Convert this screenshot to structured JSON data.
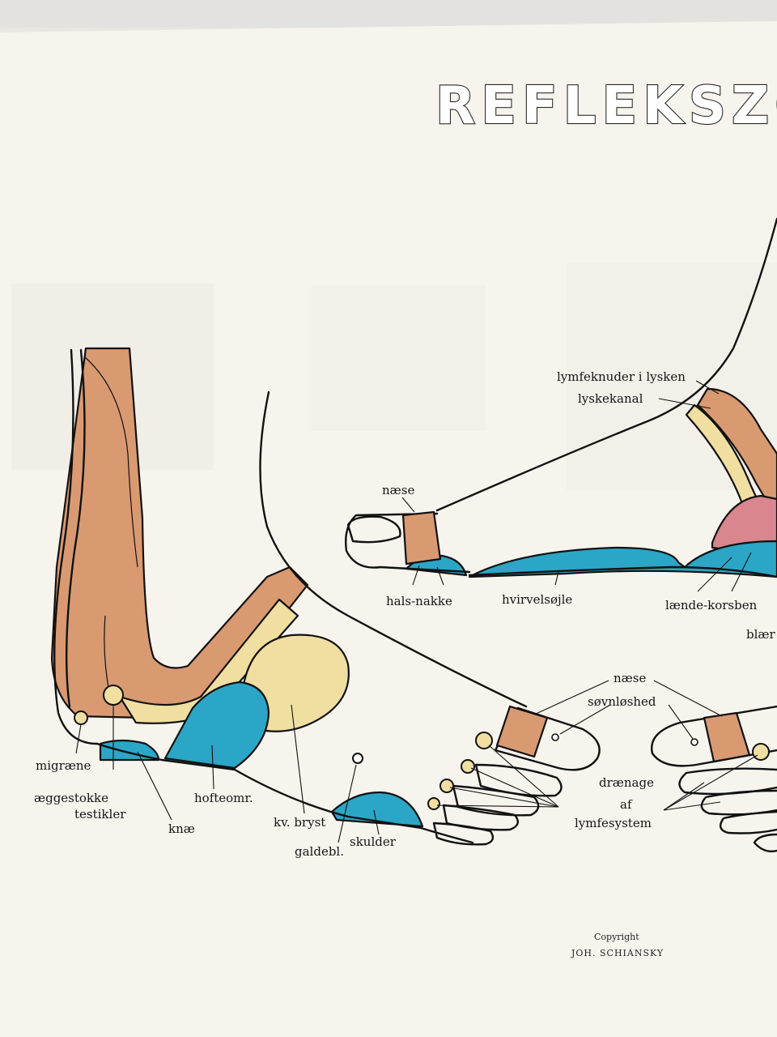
{
  "title": "REFLEKSZON",
  "colors": {
    "paper": "#f6f3ec",
    "frame": "#e3e1dc",
    "orange": "#d99a72",
    "cream": "#f0dfa1",
    "blue": "#2ba6c6",
    "pink": "#d9868f"
  },
  "labels": {
    "lymfeknuder": "lymfeknuder i lysken",
    "lyskekanal": "lyskekanal",
    "naese_top": "næse",
    "hals_nakke": "hals-nakke",
    "hvirvelsojle": "hvirvelsøjle",
    "laende_korsben": "lænde-korsben",
    "blaere": "blær",
    "naese_lower": "næse",
    "sovnloshed": "søvnløshed",
    "draenage": "drænage",
    "af": "af",
    "lymfesystem": "lymfesystem",
    "migraene": "migræne",
    "aeggestokke": "æggestokke",
    "testikler": "testikler",
    "knae": "knæ",
    "hofteomr": "hofteomr.",
    "kv_bryst": "kv. bryst",
    "galdebl": "galdebl.",
    "skulder": "skulder"
  },
  "copyright": {
    "line1": "Copyright",
    "line2": "JOH. SCHIANSKY"
  }
}
